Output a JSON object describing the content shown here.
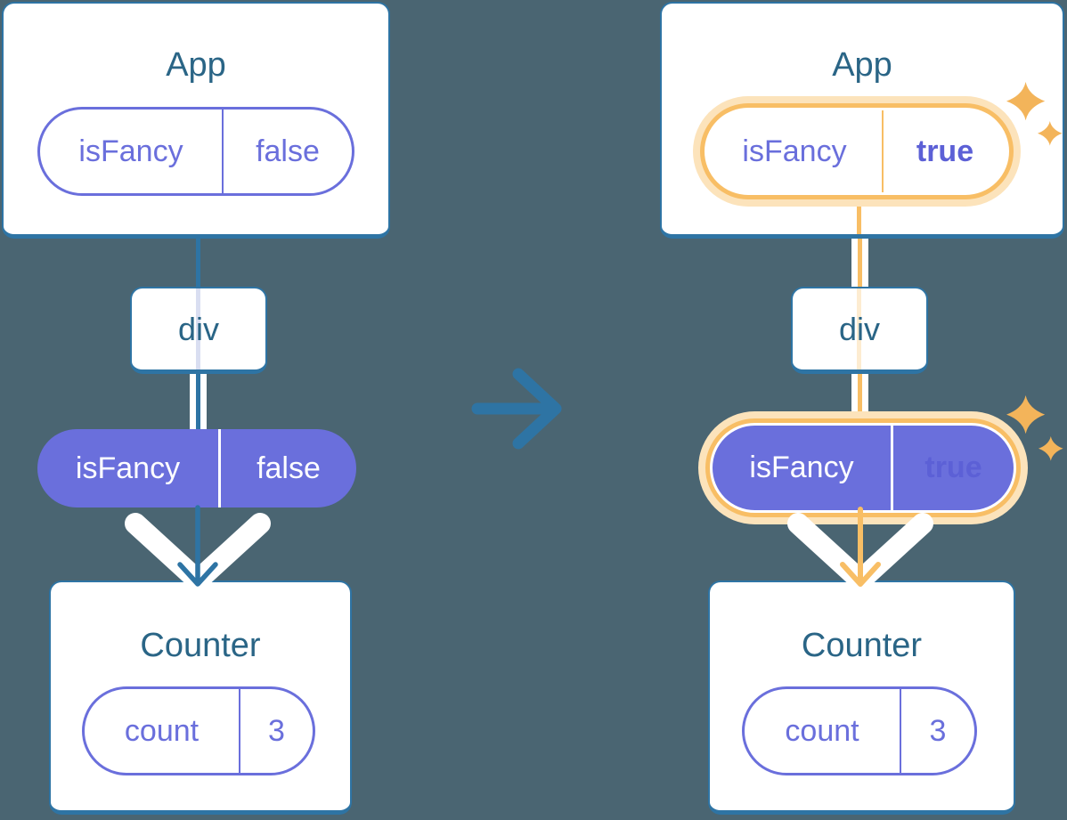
{
  "trees": [
    {
      "highlighted": false,
      "app": {
        "title": "App",
        "prop": {
          "name": "isFancy",
          "value": "false"
        }
      },
      "div": {
        "label": "div"
      },
      "passed_prop": {
        "name": "isFancy",
        "value": "false"
      },
      "counter": {
        "title": "Counter",
        "state": {
          "name": "count",
          "value": "3"
        }
      }
    },
    {
      "highlighted": true,
      "app": {
        "title": "App",
        "prop": {
          "name": "isFancy",
          "value": "true"
        }
      },
      "div": {
        "label": "div"
      },
      "passed_prop": {
        "name": "isFancy",
        "value": "true"
      },
      "counter": {
        "title": "Counter",
        "state": {
          "name": "count",
          "value": "3"
        }
      }
    }
  ],
  "icons": {
    "transition_arrow": "right-arrow",
    "render_chevron": "down-chevron",
    "sparkles": "sparkles"
  },
  "colors": {
    "background": "#4A6572",
    "card_border": "#2E74A4",
    "card_fill": "#FFFFFF",
    "title_text": "#2A6586",
    "purple": "#6A6FDC",
    "highlight_orange": "#F8BE65",
    "highlight_glow": "#FCE3BB",
    "sparkle": "#F3B45A",
    "faded_line_blue": "#D9DEF1",
    "faded_line_orange": "#FDECD1"
  }
}
